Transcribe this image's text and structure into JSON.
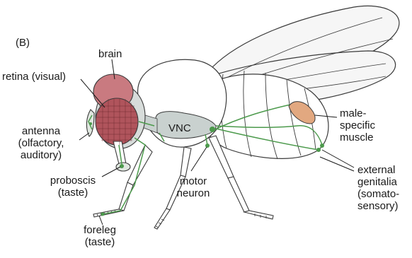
{
  "panel_label": "(B)",
  "vnc_label": "VNC",
  "labels": {
    "brain": "brain",
    "retina": "retina (visual)",
    "antenna": [
      "antenna",
      "(olfactory,",
      "auditory)"
    ],
    "proboscis": [
      "proboscis",
      "(taste)"
    ],
    "foreleg": [
      "foreleg",
      "(taste)"
    ],
    "motor_neuron": [
      "motor",
      "neuron"
    ],
    "male_muscle": [
      "male-",
      "specific",
      "muscle"
    ],
    "genitalia": [
      "external",
      "genitalia",
      "(somato-",
      "sensory)"
    ]
  },
  "colors": {
    "outline": "#3a3a3a",
    "body_fill": "#ffffff",
    "cns_fill": "#c9d1cf",
    "eye_fill": "#b0545c",
    "brain_fill": "#c97a80",
    "muscle_fill": "#e2a880",
    "neuron": "#4c9a4c",
    "wing": "#f4f4f4"
  }
}
